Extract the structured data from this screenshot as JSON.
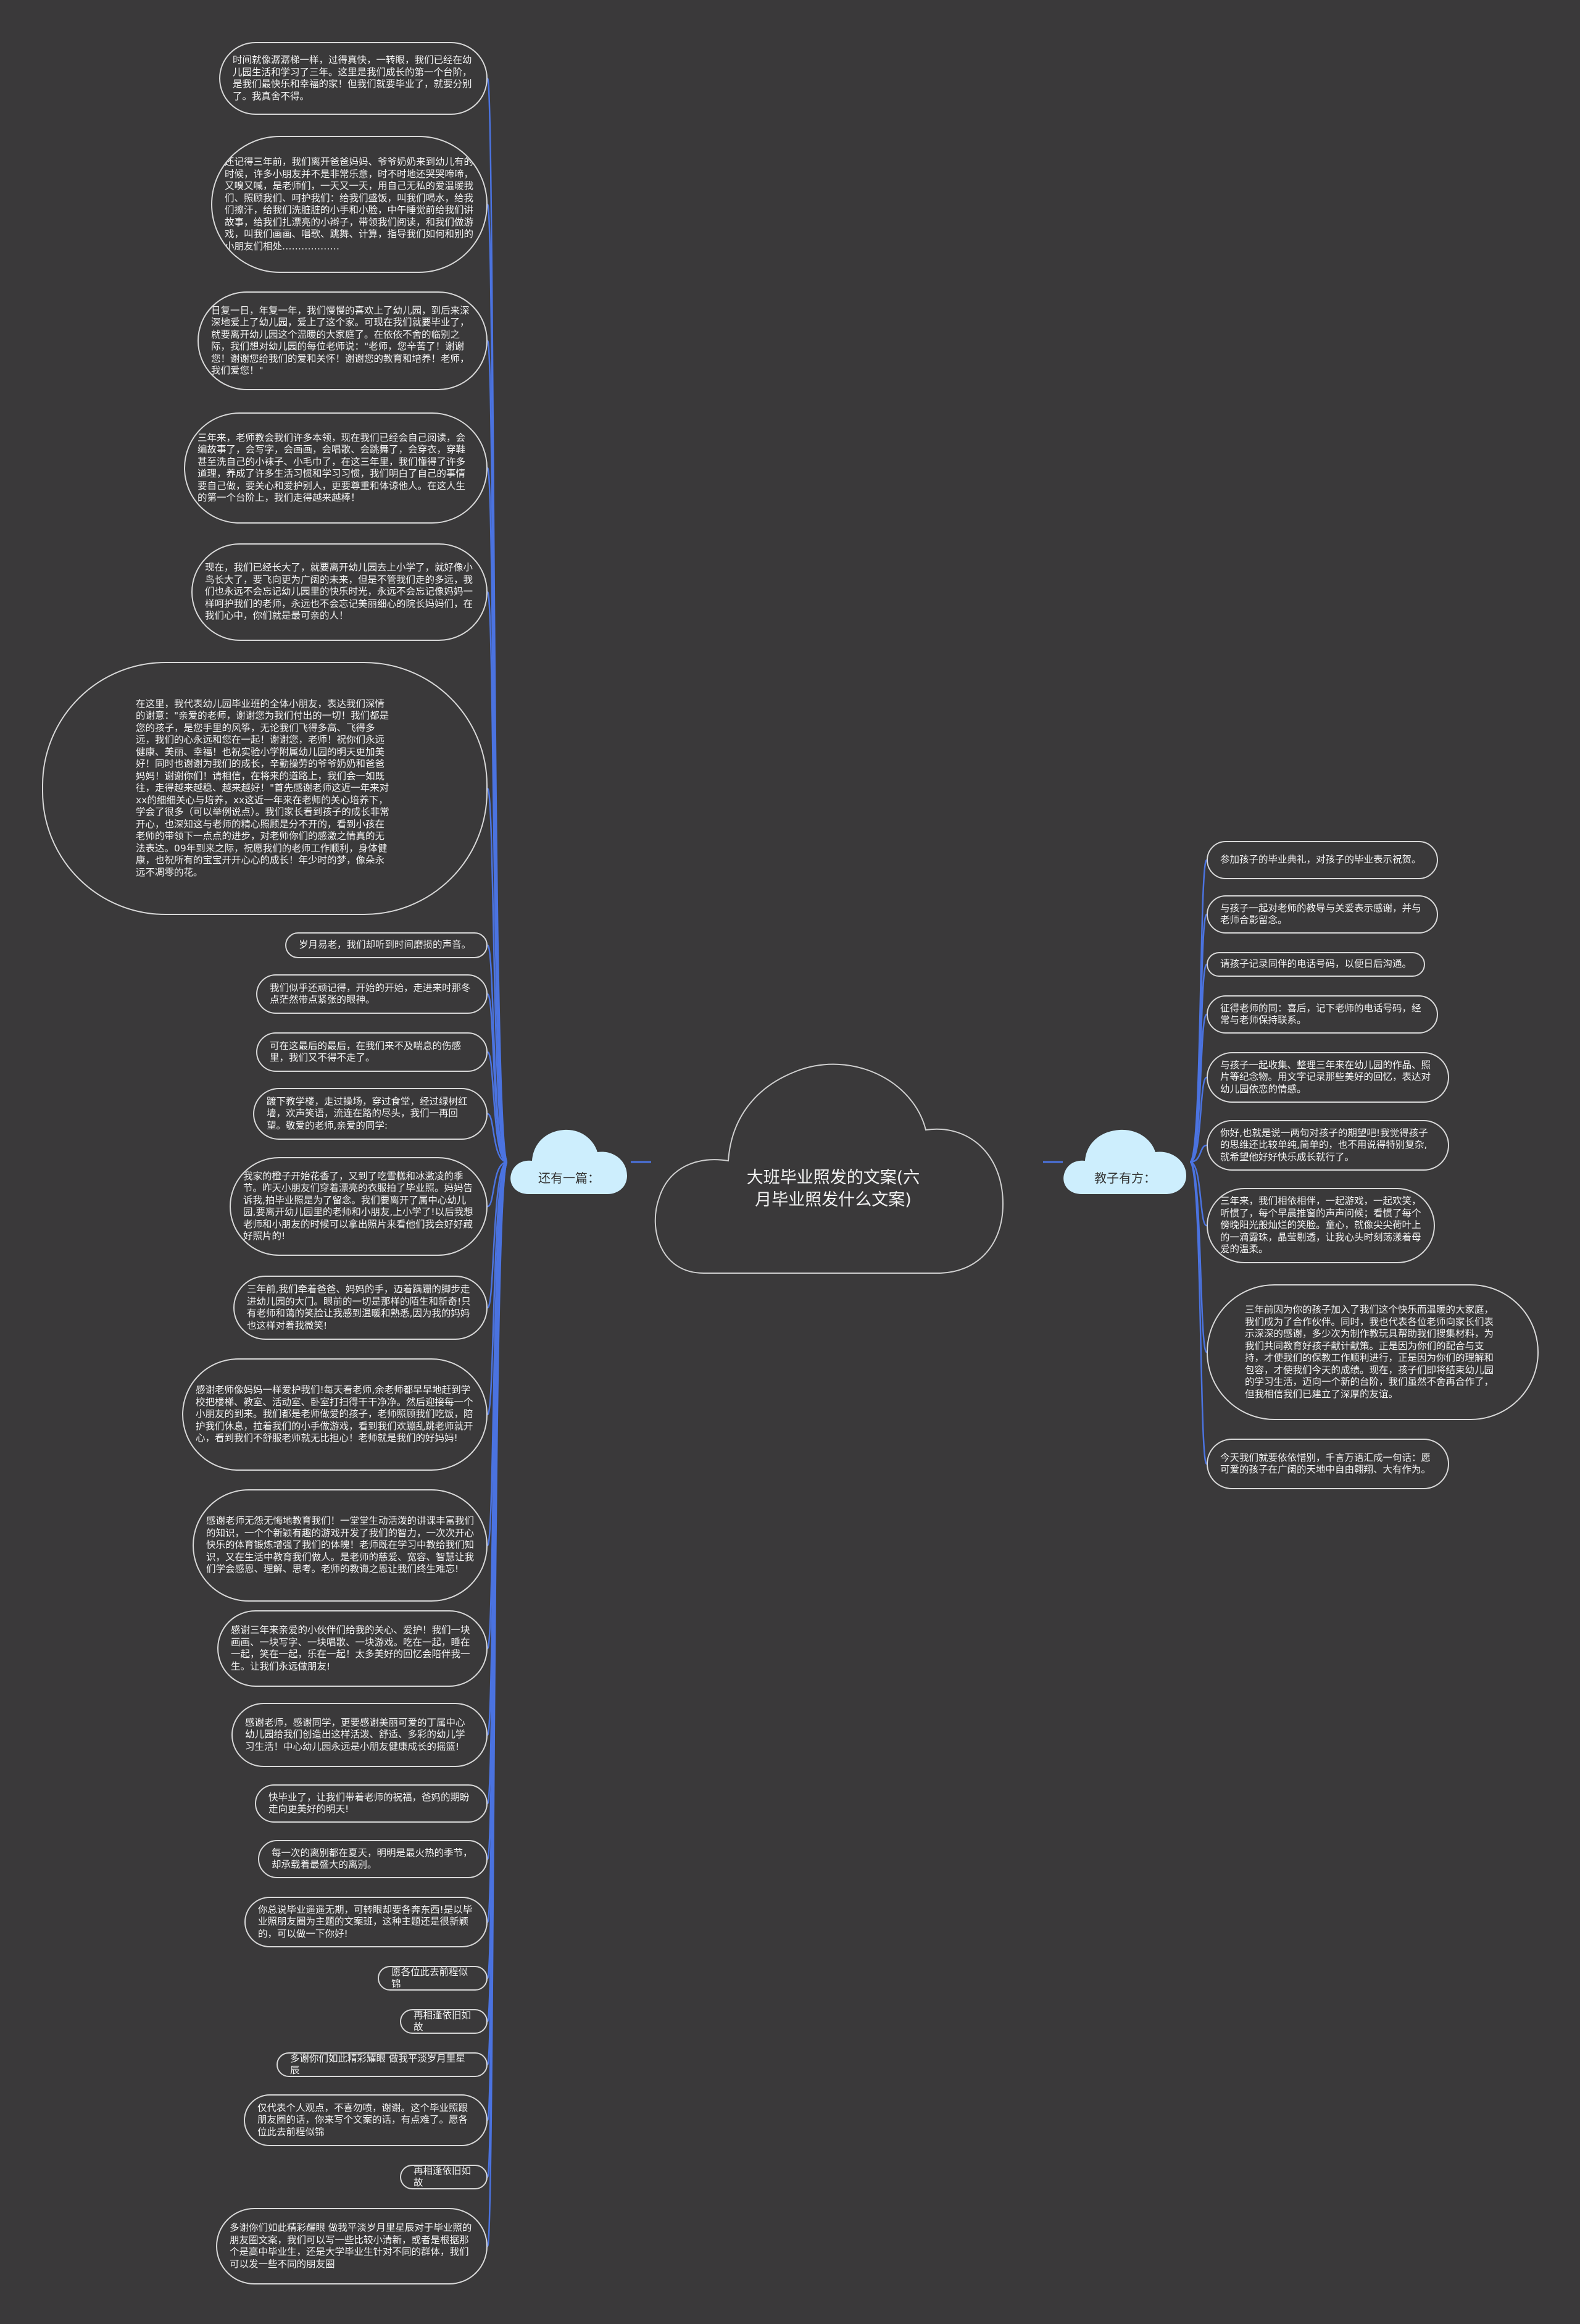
{
  "colors": {
    "background": "#3a393a",
    "branch": "#4b73e0",
    "cloud": "#cdeefd",
    "leaf_border": "#d8d8d8",
    "text": "#f2f2f2"
  },
  "root": {
    "title": "大班毕业照发的文案(六月毕业照发什么文案)"
  },
  "branches": [
    {
      "label": "还有一篇：",
      "items": [
        "时间就像潺潺梯一样，过得真快，一转眼，我们已经在幼儿园生活和学习了三年。这里是我们成长的第一个台阶，是我们最快乐和幸福的家！但我们就要毕业了，就要分别了。我真舍不得。",
        "还记得三年前，我们离开爸爸妈妈、爷爷奶奶来到幼儿有的时候，许多小朋友并不是非常乐意，时不时地还哭哭啼啼，又嗅又喊，是老师们，一天又一天，用自己无私的爱温暖我们、照顾我们、呵护我们：给我们盛饭，叫我们喝水，给我们擦汗，给我们洗脏脏的小手和小脸，中午睡觉前给我们讲故事，给我们扎漂亮的小辫子，带领我们阅读，和我们做游戏，叫我们画画、唱歌、跳舞、计算，指导我们如何和别的小朋友们相处………………",
        "日复一日，年复一年，我们慢慢的喜欢上了幼儿园，到后来深深地爱上了幼儿园，爱上了这个家。可现在我们就要毕业了，就要离开幼儿园这个温暖的大家庭了。在依依不舍的临别之际，我们想对幼儿园的每位老师说：\"老师，您辛苦了！谢谢您！谢谢您给我们的爱和关怀！谢谢您的教育和培养！老师，我们爱您！\"",
        "三年来，老师教会我们许多本领，现在我们已经会自己阅读，会编故事了，会写字，会画画，会唱歌、会跳舞了，会穿衣，穿鞋甚至洗自己的小袜子、小毛巾了，在这三年里，我们懂得了许多道理，养成了许多生活习惯和学习习惯，我们明白了自己的事情要自己做，要关心和爱护别人，更要尊重和体谅他人。在这人生的第一个台阶上，我们走得越来越棒！",
        "现在，我们已经长大了，就要离开幼儿园去上小学了，就好像小鸟长大了，要飞向更为广阔的未来，但是不管我们走的多远，我们也永远不会忘记幼儿园里的快乐时光，永远不会忘记像妈妈一样呵护我们的老师，永远也不会忘记美丽细心的院长妈妈们，在我们心中，你们就是最可亲的人！",
        "在这里，我代表幼儿园毕业班的全体小朋友，表达我们深情的谢意：\"亲爱的老师，谢谢您为我们付出的一切！我们都是您的孩子，是您手里的风筝，无论我们飞得多高、飞得多远，我们的心永远和您在一起！谢谢您，老师！祝你们永远健康、美丽、幸福！也祝实验小学附属幼儿园的明天更加美好！同时也谢谢为我们的成长，辛勤操劳的爷爷奶奶和爸爸妈妈！谢谢你们！请相信，在将来的道路上，我们会一如既往，走得越来越稳、越来越好！\"首先感谢老师这近一年来对xx的细细关心与培养，xx这近一年来在老师的关心培养下，学会了很多（可以举例说点）。我们家长看到孩子的成长非常开心，也深知这与老师的精心照顾是分不开的，看到小孩在老师的带领下一点点的进步，对老师你们的感激之情真的无法表达。09年到来之际，祝愿我们的老师工作顺利，身体健康，也祝所有的宝宝开开心心的成长！年少时的梦，像朵永远不凋零的花。",
        "岁月易老，我们却听到时间磨损的声音。",
        "我们似乎还顽记得，开始的开始，走进来时那冬点茫然带点紧张的眼神。",
        "可在这最后的最后，在我们来不及喘息的伤感里，我们又不得不走了。",
        "踱下教学楼，走过操场，穿过食堂，经过绿树红墙，欢声笑语，流连在路的尽头，我们一再回望。敬爱的老师,亲爱的同学:",
        "我家的橙子开始花香了，又到了吃雪糕和冰激凌的季节。昨天小朋友们穿着漂亮的衣服拍了毕业照。妈妈告诉我,拍毕业照是为了留念。我们要离开了属中心幼儿园,要离开幼儿园里的老师和小朋友,上小学了!以后我想老师和小朋友的时候可以拿出照片来看他们我会好好藏好照片的!",
        "三年前,我们牵着爸爸、妈妈的手，迈着蹒跚的脚步走进幼儿园的大门。眼前的一切是那样的陌生和新奇!只有老师和蔼的笑脸让我感到温暖和熟悉,因为我的妈妈也这样对着我微笑!",
        "感谢老师像妈妈一样爱护我们!每天看老师,余老师都早早地赶到学校把楼梯、教室、活动室、卧室打扫得干干净净。然后迎接每一个小朋友的到来。我们都是老师做爱的孩子，老师照顾我们吃饭，陪护我们休息，拉着我们的小手做游戏，看到我们欢蹦乱跳老师就开心，看到我们不舒服老师就无比担心！老师就是我们的好妈妈!",
        "感谢老师无怨无悔地教育我们！一堂堂生动活泼的讲课丰富我们的知识，一个个新颖有趣的游戏开发了我们的智力，一次次开心快乐的体育锻炼增强了我们的体魄！老师既在学习中教给我们知识，又在生活中教育我们做人。是老师的慈爱、宽容、智慧让我们学会感恩、理解、思考。老师的教诲之恩让我们终生难忘!",
        "感谢三年来亲爱的小伙伴们给我的关心、爱护！我们一块画画、一块写字、一块唱歌、一块游戏。吃在一起，睡在一起，笑在一起，乐在一起！太多美好的回忆会陪伴我一生。让我们永远做朋友!",
        "感谢老师，感谢同学，更要感谢美丽可爱的丁属中心幼儿园给我们创造出这样活泼、舒适、多彩的幼儿学习生活！中心幼儿园永远是小朋友健康成长的摇篮!",
        "快毕业了，让我们带着老师的祝福，爸妈的期盼走向更美好的明天!",
        "每一次的离别都在夏天，明明是最火热的季节，却承载着最盛大的离别。",
        "你总说毕业遥遥无期，可转眼却要各奔东西!是以毕业照朋友圈为主题的文案班，这种主题还是很新颖的，可以做一下你好!",
        "愿各位此去前程似锦",
        "再相逢依旧如故",
        "多谢你们如此精彩耀眼 做我平淡岁月里星辰",
        "仅代表个人观点，不喜勿喷，谢谢。这个毕业照跟朋友圈的话，你来写个文案的话，有点难了。愿各位此去前程似锦",
        "再相逢依旧如故",
        "多谢你们如此精彩耀眼 做我平淡岁月里星辰对于毕业照的朋友圈文案，我们可以写一些比较小清新，或者是根据那个是高中毕业生，还是大学毕业生针对不同的群体，我们可以发一些不同的朋友圈"
      ]
    },
    {
      "label": "教子有方：",
      "items": [
        "参加孩子的毕业典礼，对孩子的毕业表示祝贺。",
        "与孩子一起对老师的教导与关爱表示感谢，并与老师合影留念。",
        "请孩子记录同伴的电话号码，以便日后沟通。",
        "征得老师的同：喜后，记下老师的电话号码，经常与老师保持联系。",
        "与孩子一起收集、整理三年来在幼儿园的作品、照片等纪念物。用文字记录那些美好的回忆，表达对幼儿园依恋的情感。",
        "你好,也就是说一两句对孩子的期望吧!我觉得孩子的思维还比较单纯,简单的，也不用说得特别复杂,就希望他好好快乐成长就行了。",
        "三年来，我们相依相伴，一起游戏，一起欢笑，听惯了，每个早晨推窗的声声问候；看惯了每个傍晚阳光般灿烂的笑脸。童心，就像尖尖荷叶上的一滴露珠，晶莹剔透，让我心头时刻荡漾着母爱的温柔。",
        "三年前因为你的孩子加入了我们这个快乐而温暖的大家庭，我们成为了合作伙伴。同时，我也代表各位老师向家长们表示深深的感谢，多少次为制作教玩具帮助我们搜集材料，为我们共同教育好孩子献计献策。正是因为你们的配合与支持，才使我们的保教工作顺利进行，正是因为你们的理解和包容，才使我们今天的成绩。现在，孩子们即将结束幼儿园的学习生活，迈向一个新的台阶，我们虽然不舍再合作了，但我相信我们已建立了深厚的友谊。",
        "今天我们就要依依惜别，千言万语汇成一句话：愿可爱的孩子在广阔的天地中自由翱翔、大有作为。"
      ]
    }
  ]
}
